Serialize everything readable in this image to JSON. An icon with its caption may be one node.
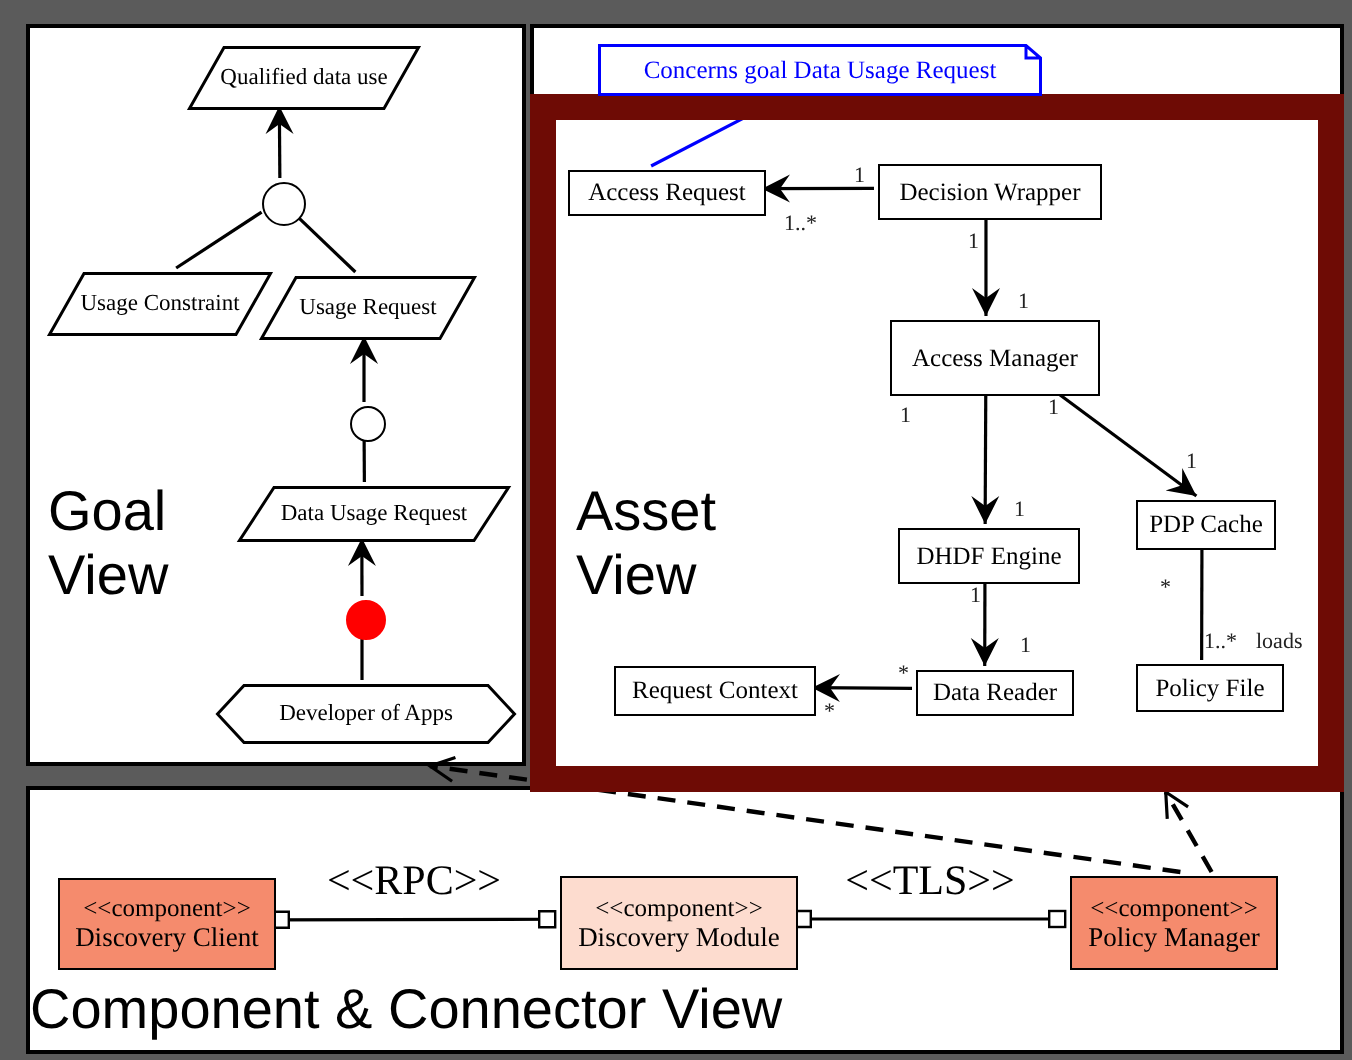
{
  "diagram": {
    "nodes": [
      {
        "text": [
          "Goal View"
        ]
      },
      {
        "text": [
          "Qualified data use"
        ],
        "in": 0
      },
      {
        "text": [],
        "shape": "circle",
        "in": 0
      },
      {
        "text": [
          "Usage Constraint"
        ],
        "in": 0
      },
      {
        "text": [
          "Usage Request"
        ],
        "in": 0
      },
      {
        "text": [],
        "shape": "circle",
        "in": 0
      },
      {
        "text": [
          "Data Usage Request"
        ],
        "in": 0
      },
      {
        "text": [],
        "shape": "circle",
        "in": 0
      },
      {
        "text": [
          "Developer of Apps"
        ],
        "in": 0
      },
      {
        "text": [
          "Asset View"
        ]
      },
      {
        "text": [
          "Concerns goal Data Usage Request"
        ],
        "in": 9
      },
      {
        "text": [
          "Access Request"
        ],
        "in": 9
      },
      {
        "text": [
          "Decision Wrapper"
        ],
        "in": 9
      },
      {
        "text": [
          "Access Manager"
        ],
        "in": 9
      },
      {
        "text": [
          "DHDF Engine"
        ],
        "in": 9
      },
      {
        "text": [
          "PDP Cache"
        ],
        "in": 9
      },
      {
        "text": [
          "Request Context"
        ],
        "in": 9
      },
      {
        "text": [
          "Data Reader"
        ],
        "in": 9
      },
      {
        "text": [
          "Policy File"
        ],
        "in": 9
      },
      {
        "text": [
          "Component & Connector View"
        ]
      },
      {
        "text": [
          "<<component>>",
          "Discovery Client"
        ],
        "in": 19
      },
      {
        "text": [
          "<<component>>",
          "Discovery Module"
        ],
        "in": 19
      },
      {
        "text": [
          "<<component>>",
          "Policy Manager"
        ],
        "in": 19
      }
    ],
    "edges": [
      {
        "from": 2,
        "to": 1,
        "arrow": "to"
      },
      {
        "from": 3,
        "to": 2,
        "arrow": "none"
      },
      {
        "from": 4,
        "to": 2,
        "arrow": "none"
      },
      {
        "from": 5,
        "to": 4,
        "arrow": "to"
      },
      {
        "from": 6,
        "to": 5,
        "arrow": "none"
      },
      {
        "from": 7,
        "to": 6,
        "arrow": "to"
      },
      {
        "from": 8,
        "to": 7,
        "arrow": "none"
      },
      {
        "from": 10,
        "to": 11,
        "arrow": "none",
        "color": "#0000ff"
      },
      {
        "from": 12,
        "to": 11,
        "arrow": "to"
      },
      {
        "from": 12,
        "to": 13,
        "arrow": "to"
      },
      {
        "from": 13,
        "to": 14,
        "arrow": "to"
      },
      {
        "from": 13,
        "to": 15,
        "arrow": "to"
      },
      {
        "from": 14,
        "to": 17,
        "arrow": "to"
      },
      {
        "from": 17,
        "to": 16,
        "arrow": "to"
      },
      {
        "from": 15,
        "to": 18,
        "arrow": "other"
      },
      {
        "from": 20,
        "to": 21,
        "arrow": "other",
        "label": "<<RPC>>"
      },
      {
        "from": 21,
        "to": 22,
        "arrow": "other",
        "label": "<<TLS>>"
      },
      {
        "from": 22,
        "to": 0,
        "arrow": "to",
        "style": "dashed"
      },
      {
        "from": 22,
        "to": 9,
        "arrow": "to",
        "style": "dashed"
      }
    ],
    "labels": [
      "1",
      "1..*",
      "1",
      "1",
      "1",
      "1",
      "1",
      "1",
      "*",
      "1",
      "1",
      "1..*",
      "loads",
      "*",
      "*"
    ]
  }
}
